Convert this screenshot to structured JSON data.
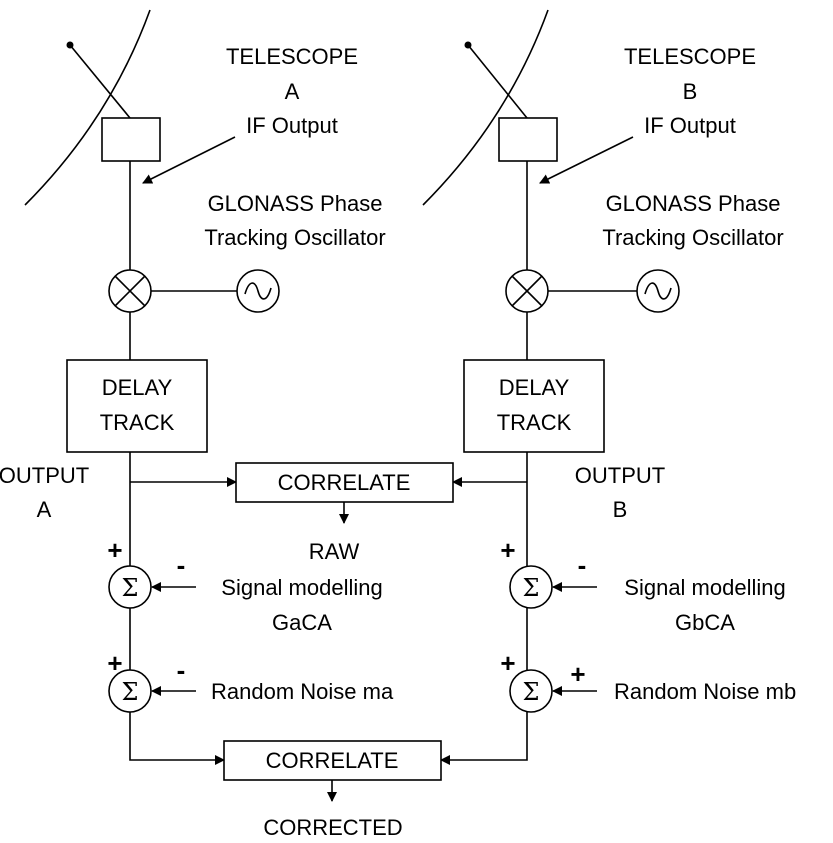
{
  "telescope_a": {
    "title": "TELESCOPE",
    "letter": "A",
    "if_output": "IF Output",
    "osc_line1": "GLONASS Phase",
    "osc_line2": "Tracking Oscillator"
  },
  "telescope_b": {
    "title": "TELESCOPE",
    "letter": "B",
    "if_output": "IF Output",
    "osc_line1": "GLONASS Phase",
    "osc_line2": "Tracking Oscillator"
  },
  "delay_a": {
    "line1": "DELAY",
    "line2": "TRACK"
  },
  "delay_b": {
    "line1": "DELAY",
    "line2": "TRACK"
  },
  "output_a": {
    "line1": "OUTPUT",
    "line2": "A"
  },
  "output_b": {
    "line1": "OUTPUT",
    "line2": "B"
  },
  "correlate_raw": {
    "label": "CORRELATE",
    "result": "RAW"
  },
  "correlate_corrected": {
    "label": "CORRELATE",
    "result": "CORRECTED"
  },
  "signal_model_a": {
    "line1": "Signal modelling",
    "line2": "GaCA"
  },
  "signal_model_b": {
    "line1": "Signal modelling",
    "line2": "GbCA"
  },
  "noise_a": {
    "label": "Random Noise ma"
  },
  "noise_b": {
    "label": "Random Noise mb"
  },
  "symbols": {
    "sigma": "Σ",
    "plus": "+",
    "minus": "-",
    "sine": "~"
  }
}
